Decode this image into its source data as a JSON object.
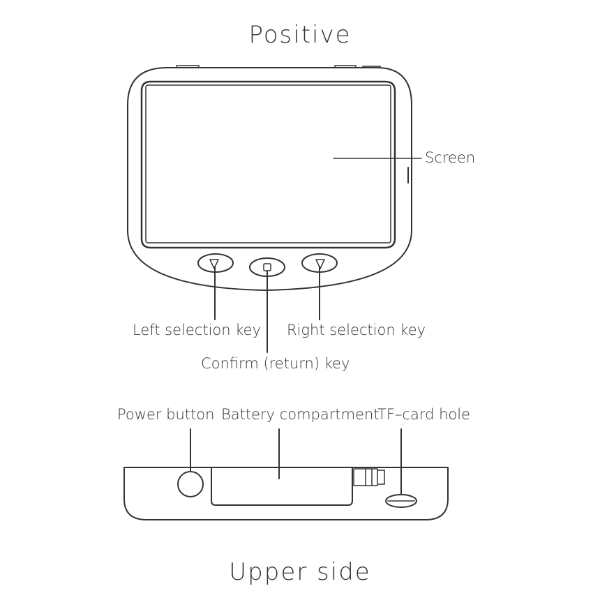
{
  "titles": {
    "front": "Positive",
    "top": "Upper side"
  },
  "front_labels": {
    "screen": "Screen",
    "left_key": "Left selection key",
    "right_key": "Right selection key",
    "confirm_key": "Confirm (return) key"
  },
  "top_labels": {
    "power": "Power button",
    "battery": "Battery compartment",
    "tf_card": "TF–card hole"
  },
  "colors": {
    "line": "#333333",
    "background": "#ffffff"
  },
  "icons": {
    "left_key": "triangle-left-icon",
    "right_key": "triangle-right-icon",
    "confirm_key": "square-icon"
  }
}
